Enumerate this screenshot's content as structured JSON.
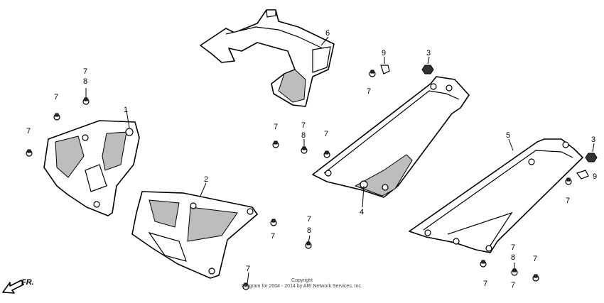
{
  "callouts": {
    "p1": "1",
    "p2": "2",
    "p3a": "3",
    "p3b": "3",
    "p4": "4",
    "p5": "5",
    "p6": "6",
    "p7a": "7",
    "p7b": "7",
    "p7c": "7",
    "p7d": "7",
    "p7e": "7",
    "p7f": "7",
    "p7g": "7",
    "p7h": "7",
    "p7i": "7",
    "p7j": "7",
    "p7k": "7",
    "p7l": "7",
    "p7m": "7",
    "p7n": "7",
    "p7o": "7",
    "p8a": "8",
    "p8b": "8",
    "p8c": "8",
    "p8d": "8",
    "p9a": "9",
    "p9b": "9"
  },
  "direction_label": "FR.",
  "copyright": {
    "line1": "Copyright",
    "line2": "Diagram for 2004 - 2014 by ARI Network Services, Inc."
  }
}
